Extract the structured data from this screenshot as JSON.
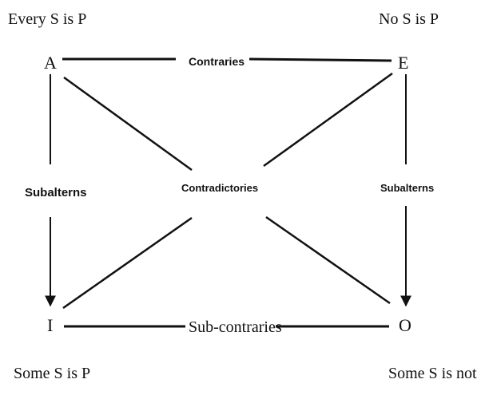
{
  "corners": {
    "a": {
      "letter": "A",
      "proposition": "Every S is P"
    },
    "e": {
      "letter": "E",
      "proposition": "No S is P"
    },
    "i": {
      "letter": "I",
      "proposition": "Some S is P"
    },
    "o": {
      "letter": "O",
      "proposition": "Some S is not P"
    }
  },
  "relations": {
    "contraries": "Contraries",
    "contradictories": "Contradictories",
    "subalterns_left": "Subalterns",
    "subalterns_right": "Subalterns",
    "subcontraries": "Sub-contraries"
  },
  "colors": {
    "ink": "#111111",
    "background": "#ffffff"
  }
}
